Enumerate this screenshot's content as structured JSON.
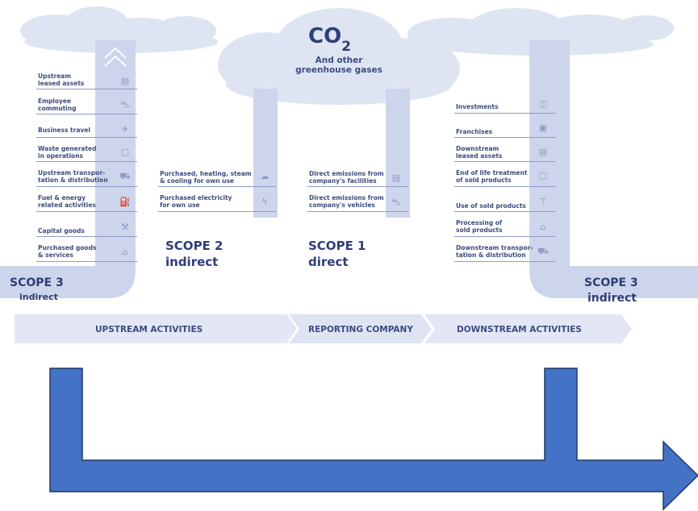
{
  "header": {
    "co2_main": "CO",
    "co2_sub": "2",
    "subtitle": "And other\ngreenhouse gases"
  },
  "scope3_up": {
    "title": "SCOPE 3",
    "subtitle": "indirect",
    "items": [
      {
        "label": "Upstream\nleased assets",
        "icon": "building-icon"
      },
      {
        "label": "Employee\ncommuting",
        "icon": "car-icon"
      },
      {
        "label": "Business travel",
        "icon": "airplane-icon"
      },
      {
        "label": "Waste generated\nin operations",
        "icon": "trash-bin-icon"
      },
      {
        "label": "Upstream transpor-\ntation & distribution",
        "icon": "truck-icon"
      },
      {
        "label": "Fuel & energy\nrelated activities",
        "icon": "fuel-pump-icon"
      },
      {
        "label": "Capital goods",
        "icon": "tools-icon"
      },
      {
        "label": "Purchased goods\n& services",
        "icon": "factory-icon"
      }
    ]
  },
  "scope2": {
    "title": "SCOPE 2",
    "subtitle": "indirect",
    "items": [
      {
        "label": "Purchased, heating, steam\n& cooling for own use",
        "icon": "steam-icon"
      },
      {
        "label": "Purchased electricity\nfor own use",
        "icon": "lightning-icon"
      }
    ]
  },
  "scope1": {
    "title": "SCOPE 1",
    "subtitle": "direct",
    "items": [
      {
        "label": "Direct emissions from\ncompany's facilities",
        "icon": "building-icon"
      },
      {
        "label": "Direct emissions from\ncompany's vehicles",
        "icon": "car-icon"
      }
    ]
  },
  "scope3_down": {
    "title": "SCOPE 3",
    "subtitle": "indirect",
    "items": [
      {
        "label": "Investments",
        "icon": "chart-icon"
      },
      {
        "label": "Franchises",
        "icon": "storefront-icon"
      },
      {
        "label": "Downstream\nleased assets",
        "icon": "building-icon"
      },
      {
        "label": "End of life treatment\nof sold products",
        "icon": "trash-bin-icon"
      },
      {
        "label": "Use of sold products",
        "icon": "shirt-icon"
      },
      {
        "label": "Processing of\nsold products",
        "icon": "factory-icon"
      },
      {
        "label": "Downstream transpor-\ntation & distribution",
        "icon": "truck-icon"
      }
    ]
  },
  "bands": {
    "upstream": "UPSTREAM ACTIVITIES",
    "reporting": "REPORTING COMPANY",
    "downstream": "DOWNSTREAM ACTIVITIES"
  },
  "colors": {
    "cloud": "#dfe4f3",
    "pillar": "#cdd5ec",
    "band": "#e3e7f5",
    "arrow_fill": "#4472c4",
    "arrow_stroke": "#1f3864",
    "text_dark": "#2e3e78"
  },
  "icons": {
    "building-icon": "▤",
    "car-icon": "⛍",
    "airplane-icon": "✈",
    "trash-bin-icon": "▢",
    "truck-icon": "⛟",
    "fuel-pump-icon": "⛽",
    "tools-icon": "⚒",
    "factory-icon": "⌂",
    "steam-icon": "☁",
    "lightning-icon": "ϟ",
    "chart-icon": "◫",
    "storefront-icon": "▣",
    "shirt-icon": "⊤"
  }
}
